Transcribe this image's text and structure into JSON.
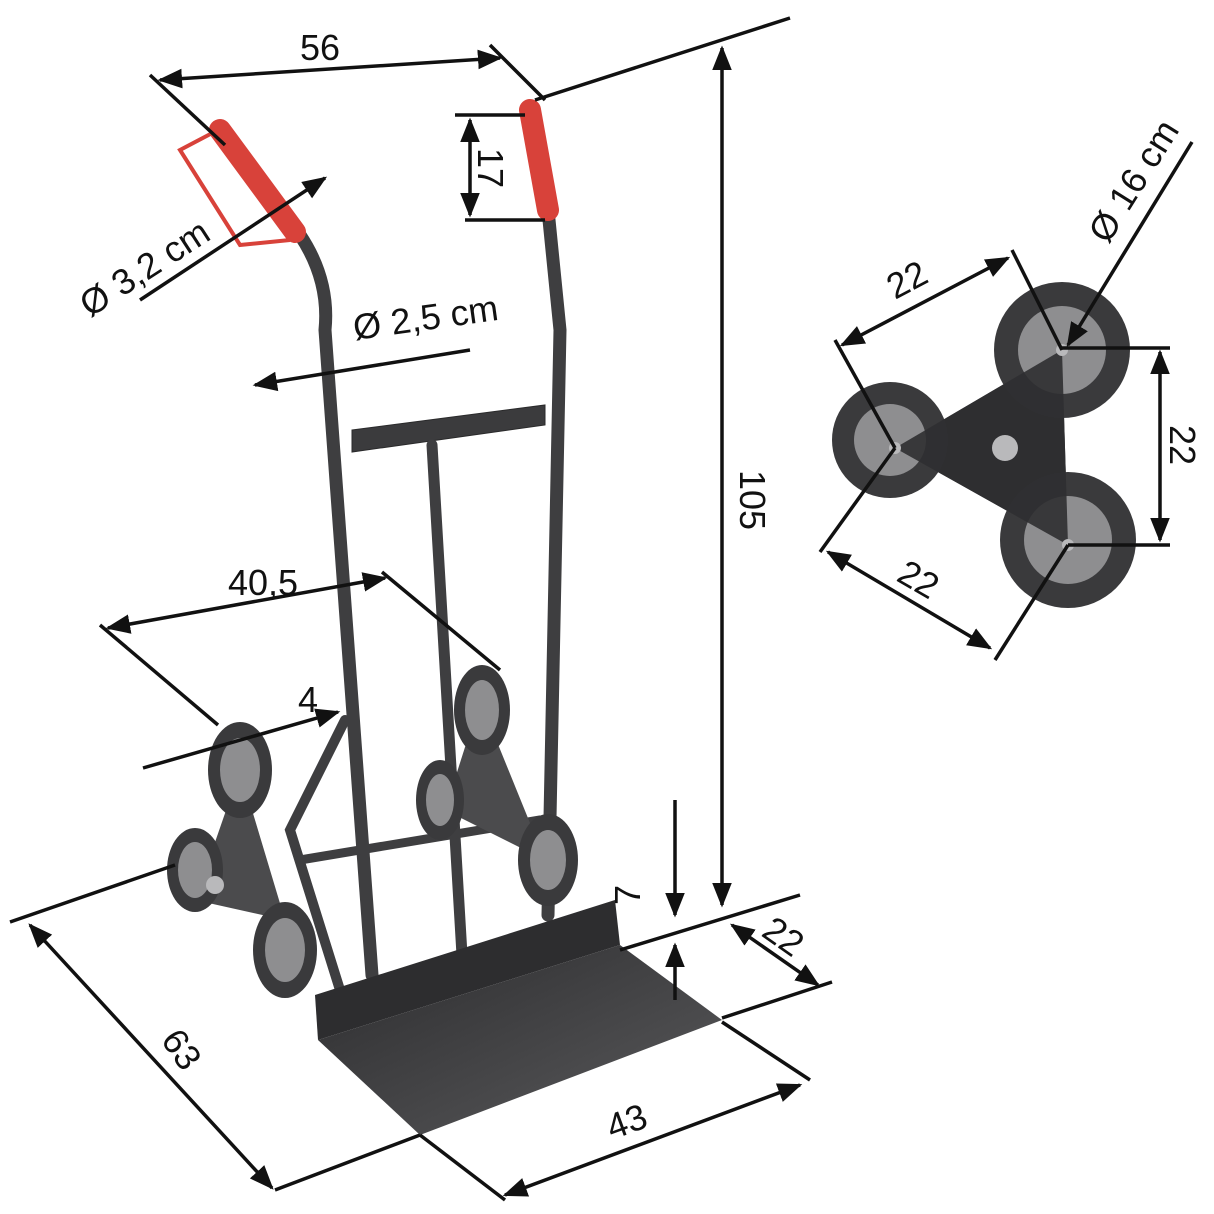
{
  "diagram": {
    "subject": "Stair-climbing hand truck with tri-wheel assemblies",
    "colors": {
      "frame": "#3b3b3d",
      "handle_grip": "#d8423a",
      "tire": "#3a3a3c",
      "rim": "#8e8e90",
      "dimension_line": "#111111"
    },
    "dimensions": {
      "handle_width": "56",
      "grip_length": "17",
      "grip_diameter": "Ø 3,2  cm",
      "tube_diameter": "Ø 2,5  cm",
      "total_height": "105",
      "wheel_spacing": "40,5",
      "wheel_width": "4",
      "toe_plate_lip": "7",
      "toe_plate_depth": "22",
      "toe_plate_width": "43",
      "overall_depth": "63"
    },
    "wheel_detail": {
      "wheel_diameter": "Ø 16 cm",
      "spacing_top": "22",
      "spacing_right": "22",
      "spacing_bottom": "22"
    }
  }
}
